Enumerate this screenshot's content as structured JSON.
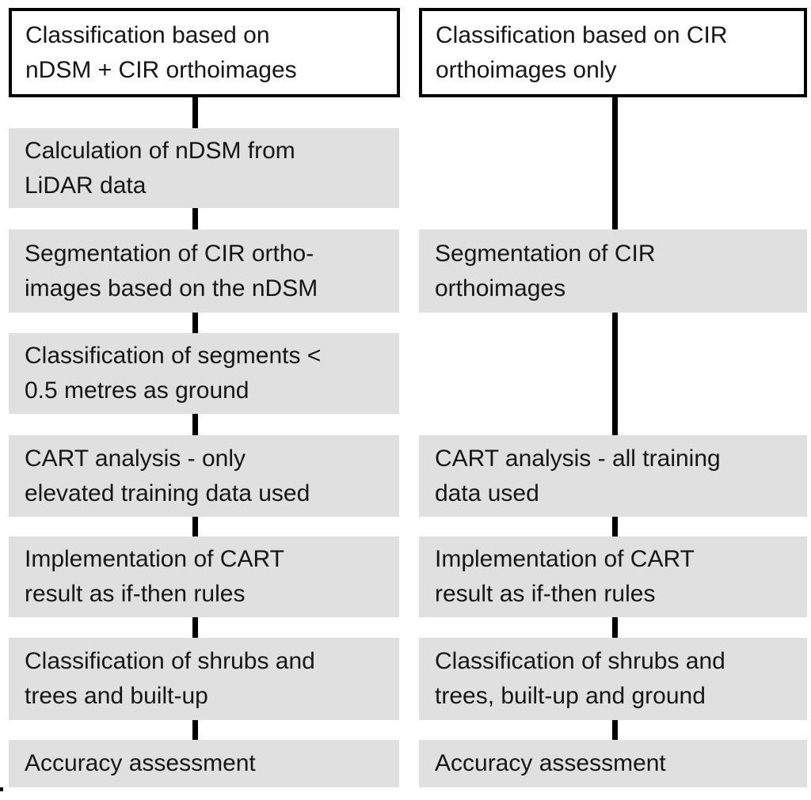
{
  "diagram": {
    "title_semantic": "Comparison of two classification workflows",
    "colors": {
      "step_fill": "#e0e0e0",
      "header_fill": "#ffffff",
      "header_border": "#000000",
      "connector": "#000000",
      "text": "#161616",
      "background": "#ffffff"
    },
    "left_column": {
      "header": "Classification based on\nnDSM + CIR orthoimages",
      "steps": [
        "Calculation of nDSM from\nLiDAR data",
        "Segmentation of CIR ortho-\nimages based on the nDSM",
        "Classification of segments <\n0.5 metres as ground",
        "CART analysis - only\nelevated training data used",
        "Implementation of CART\nresult as if-then rules",
        "Classification of shrubs and\ntrees and built-up",
        "Accuracy assessment"
      ]
    },
    "right_column": {
      "header": "Classification based on CIR\northoimages only",
      "steps": [
        "Segmentation of CIR\northoimages",
        "CART analysis - all training\ndata used",
        "Implementation of CART\nresult as if-then rules",
        "Classification of shrubs and\ntrees, built-up and ground",
        "Accuracy assessment"
      ]
    },
    "caption_fragment": ""
  }
}
